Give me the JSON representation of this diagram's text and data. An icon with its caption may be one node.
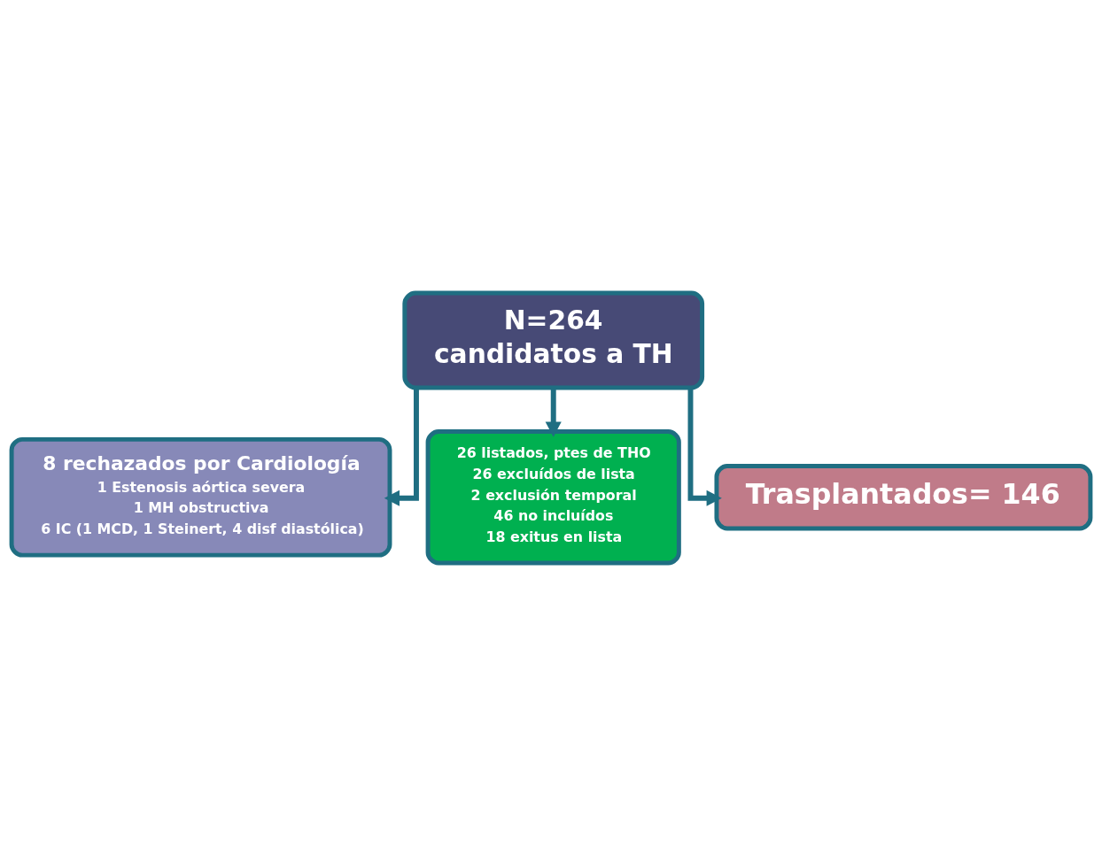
{
  "diagram": {
    "nodes": [
      {
        "text": [
          "N=264",
          "candidatos a TH"
        ]
      },
      {
        "text": [
          "8 rechazados por Cardiología",
          "1 Estenosis aórtica severa",
          "1 MH obstructiva",
          "6 IC (1 MCD, 1 Steinert, 4 disf diastólica)"
        ]
      },
      {
        "text": [
          "26 listados, ptes de THO",
          "26 excluídos de lista",
          "2 exclusión temporal",
          "46 no incluídos",
          "18 exitus en lista"
        ]
      },
      {
        "text": [
          "Trasplantados= 146"
        ]
      }
    ],
    "edges": [
      {
        "from": 0,
        "to": 1,
        "arrow": "to"
      },
      {
        "from": 0,
        "to": 2,
        "arrow": "to"
      },
      {
        "from": 0,
        "to": 3,
        "arrow": "to"
      }
    ]
  }
}
